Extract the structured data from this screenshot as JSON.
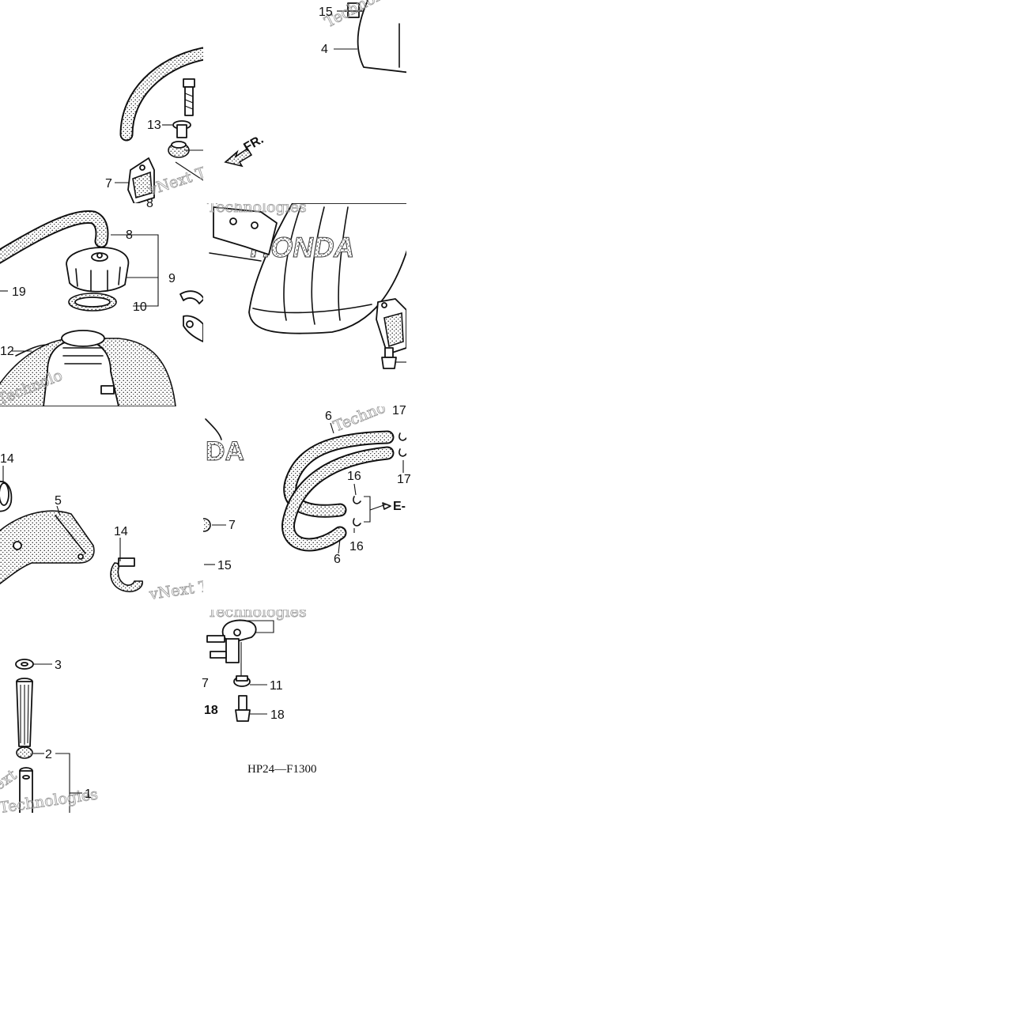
{
  "diagram": {
    "callouts": {
      "t1_15": "15",
      "t1_4": "4",
      "t2_13": "13",
      "t2_7": "7",
      "t2_8": "8",
      "t3_8": "8",
      "t3_9": "9",
      "t3_10": "10",
      "t3_19": "19",
      "t3_12": "12",
      "t5_14a": "14",
      "t5_5": "5",
      "t5_14b": "14",
      "t6_6a": "6",
      "t6_6b": "6",
      "t6_16a": "16",
      "t6_16b": "16",
      "t6_17a": "17",
      "t6_17b": "17",
      "t7_7": "7",
      "t7_15": "15",
      "t8_3": "3",
      "t8_2": "2",
      "t8_1": "1",
      "t9_11": "11",
      "t9_18a": "18",
      "t9_18b": "18",
      "t9_7": "7"
    },
    "direction_label": "FR.",
    "ref_label": "E-",
    "part_code": "HP24—F1300",
    "brand_marks": {
      "a": "HONDA",
      "b": "DA"
    },
    "watermark": {
      "w1": "Technologies",
      "w2": "vNext Tec",
      "w3": "vNext Tec",
      "w4": "Technolo",
      "w5": "Techno",
      "w6": "Technologies",
      "w7": "ext",
      "w8": "Technologies"
    }
  }
}
